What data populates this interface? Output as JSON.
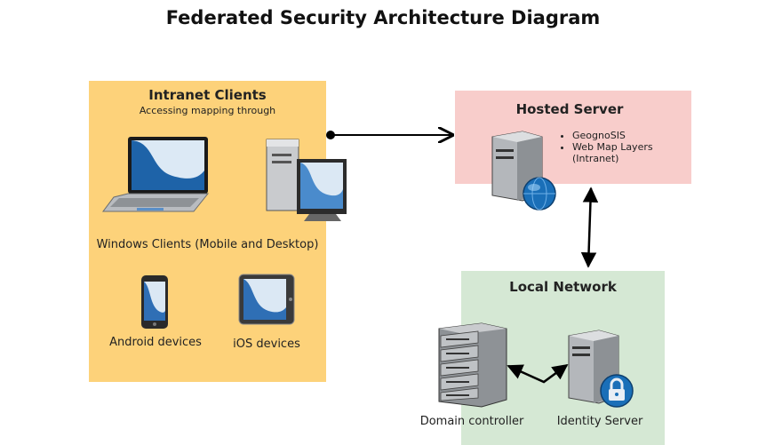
{
  "title": "Federated Security Architecture Diagram",
  "intranet": {
    "title": "Intranet Clients",
    "subtitle": "Accessing mapping through",
    "windows_label": "Windows Clients (Mobile and Desktop)",
    "android_label": "Android devices",
    "ios_label": "iOS devices",
    "fill": "#fdd27a"
  },
  "hosted": {
    "title": "Hosted Server",
    "items": [
      "GeognoSIS",
      "Web Map Layers (Intranet)"
    ],
    "fill": "#f8cdcb"
  },
  "local": {
    "title": "Local Network",
    "domain_label": "Domain controller",
    "identity_label": "Identity Server",
    "fill": "#d5e8d4"
  },
  "icons": [
    "laptop-icon",
    "desktop-computer-icon",
    "android-phone-icon",
    "ios-tablet-icon",
    "web-server-icon",
    "globe-icon",
    "rack-server-icon",
    "identity-server-icon",
    "lock-icon"
  ],
  "edges": [
    {
      "from": "Intranet Clients",
      "to": "Hosted Server",
      "style": "dot-to-arrow"
    },
    {
      "from": "Hosted Server",
      "to": "Local Network",
      "style": "bidirectional"
    },
    {
      "from": "Domain controller",
      "to": "Identity Server",
      "style": "bidirectional"
    }
  ]
}
